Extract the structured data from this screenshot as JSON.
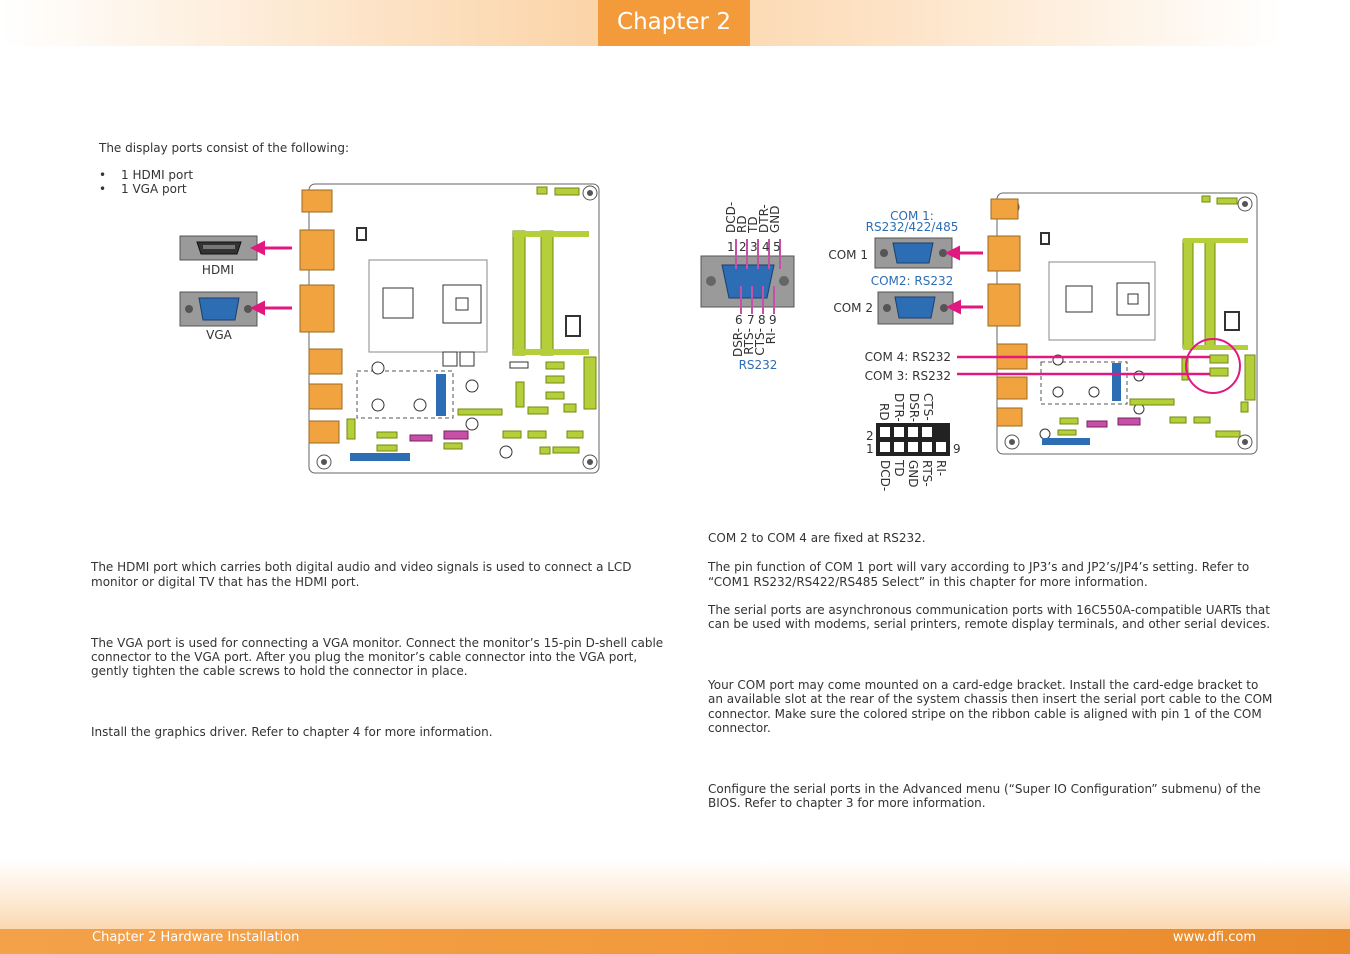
{
  "header": {
    "chapter_tab": "Chapter 2"
  },
  "left": {
    "intro": "The display ports consist of the following:",
    "bullets": [
      "1 HDMI port",
      "1 VGA port"
    ],
    "diagram": {
      "hdmi_label": "HDMI",
      "vga_label": "VGA"
    },
    "para_hdmi_1": "The HDMI port which carries both digital audio and video signals is used to connect a LCD",
    "para_hdmi_2": "monitor or digital TV that has the HDMI port.",
    "para_vga_1": "The VGA port is used for connecting a VGA monitor. Connect the monitor’s 15-pin D-shell cable",
    "para_vga_2": "connector to the VGA port. After you plug the monitor’s cable connector into the VGA port,",
    "para_vga_3": "gently tighten the cable screws to hold the connector in place.",
    "para_driver": "Install the graphics driver. Refer to chapter 4 for more information."
  },
  "right": {
    "diagram": {
      "db9_top_pins": [
        "DCD-",
        "RD",
        "TD",
        "DTR-",
        "GND"
      ],
      "db9_top_numbers": [
        "1",
        "2",
        "3",
        "4",
        "5"
      ],
      "db9_bottom_numbers": [
        "6",
        "7",
        "8",
        "9"
      ],
      "db9_bottom_pins": [
        "DSR-",
        "RTS-",
        "CTS-",
        "RI-"
      ],
      "db9_caption": "RS232",
      "com1_caption_1": "COM 1:",
      "com1_caption_2": "RS232/422/485",
      "com2_caption": "COM2: RS232",
      "com1_label": "COM 1",
      "com2_label": "COM 2",
      "com4_label": "COM 4: RS232",
      "com3_label": "COM 3: RS232",
      "header_top_pins": [
        "CTS-",
        "DSR-",
        "DTR-",
        "RD"
      ],
      "header_bottom_pins": [
        "RI-",
        "RTS-",
        "GND",
        "TD",
        "DCD-"
      ],
      "header_pin_2": "2",
      "header_pin_1": "1",
      "header_pin_9": "9"
    },
    "para_fixed": "COM 2 to COM 4 are fixed at RS232.",
    "para_pin_1": "The pin function of COM 1 port will vary according to JP3’s and JP2’s/JP4’s setting. Refer to",
    "para_pin_2": "“COM1 RS232/RS422/RS485 Select” in this chapter for more information.",
    "para_uart_1": "The serial ports are asynchronous communication ports with 16C550A-compatible UARTs that",
    "para_uart_2": "can be used with modems, serial printers, remote display terminals, and other serial devices.",
    "para_bracket_1": "Your COM port may come mounted on a card-edge bracket. Install the card-edge bracket to",
    "para_bracket_2": "an available slot at the rear of the system chassis then insert the serial port cable to the COM",
    "para_bracket_3": "connector. Make sure the colored stripe on the ribbon cable is aligned with pin 1 of the COM",
    "para_bracket_4": "connector.",
    "para_bios_1": "Configure the serial ports in the Advanced menu (“Super IO Configuration” submenu) of the",
    "para_bios_2": "BIOS. Refer to chapter 3 for more information."
  },
  "footer": {
    "left": "Chapter 2 Hardware Installation",
    "right": "www.dfi.com"
  },
  "colors": {
    "accent": "#f39a3a",
    "pointer": "#e0187f",
    "board_green": "#b5cf3a",
    "connector_orange": "#f1a340",
    "link_blue": "#2d6db4"
  }
}
